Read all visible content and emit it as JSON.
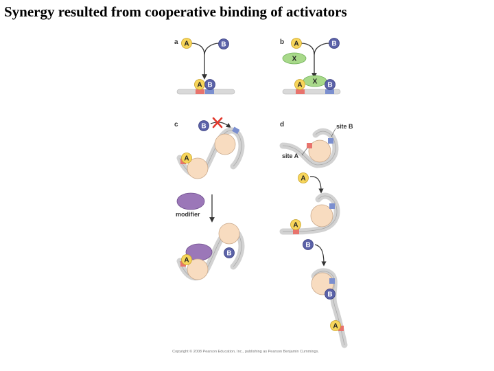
{
  "title": "Synergy resulted from cooperative binding of activators",
  "panels": {
    "a": {
      "letter": "a",
      "activator_a": "A",
      "activator_b": "B"
    },
    "b": {
      "letter": "b",
      "activator_a": "A",
      "activator_b": "B",
      "adaptor": "X"
    },
    "c": {
      "letter": "c",
      "activator_a": "A",
      "activator_b": "B",
      "modifier_label": "modifier"
    },
    "d": {
      "letter": "d",
      "activator_a": "A",
      "activator_b": "B",
      "site_a_label": "site A",
      "site_b_label": "site B"
    }
  },
  "copyright": "Copyright © 2008 Pearson Education, Inc., publishing as Pearson Benjamin Cummings.",
  "colors": {
    "activator_a": "#f7d55a",
    "activator_b": "#5b62a8",
    "adaptor_x": "#a8d98a",
    "modifier": "#9b77b8",
    "nucleosome": "#f8dcc0",
    "dna": "#d9d9d9",
    "site_a": "#e8736c",
    "site_b": "#7b8fcf",
    "block_x": "#e23a2e"
  }
}
